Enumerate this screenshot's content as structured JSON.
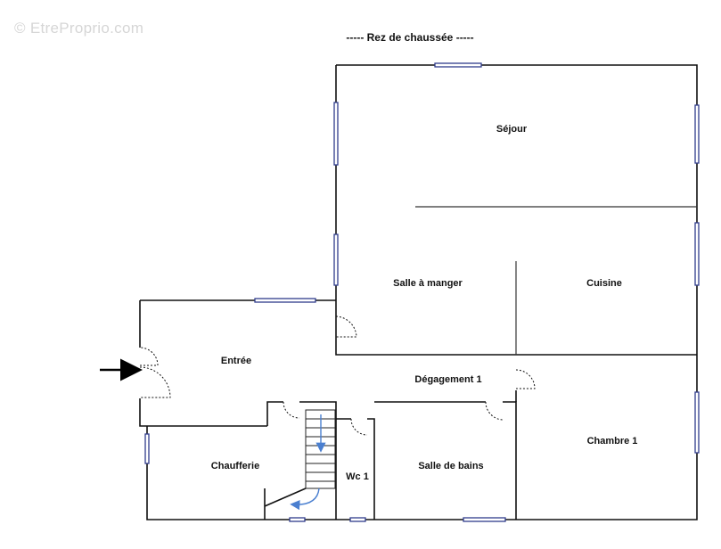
{
  "watermark": "© EtreProprio.com",
  "plan_title": "-----  Rez de chaussée  -----",
  "rooms": {
    "sejour": "Séjour",
    "salle_a_manger": "Salle à manger",
    "cuisine": "Cuisine",
    "entree": "Entrée",
    "degagement": "Dégagement 1",
    "chambre": "Chambre 1",
    "chaufferie": "Chaufferie",
    "wc": "Wc 1",
    "salle_de_bains": "Salle de bains"
  },
  "colors": {
    "wall": "#111111",
    "window": "#2f3c8c",
    "stair_arrow": "#4a7fd0"
  }
}
